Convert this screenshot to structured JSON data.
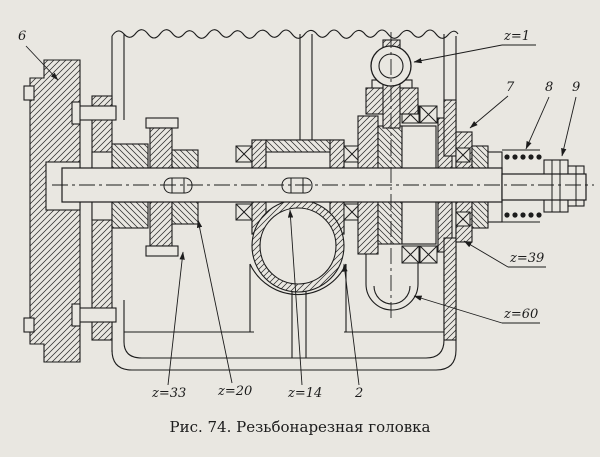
{
  "figure": {
    "caption": "Рис. 74. Резьбонарезная головка"
  },
  "labels": {
    "part_6": "6",
    "z_1": "z=1",
    "part_7": "7",
    "part_8": "8",
    "part_9": "9",
    "z_39": "z=39",
    "z_60": "z=60",
    "z_33": "z=33",
    "z_20": "z=20",
    "z_14": "z=14",
    "part_2": "2"
  },
  "colors": {
    "paper": "#e9e7e1",
    "ink": "#1c1c1c"
  }
}
